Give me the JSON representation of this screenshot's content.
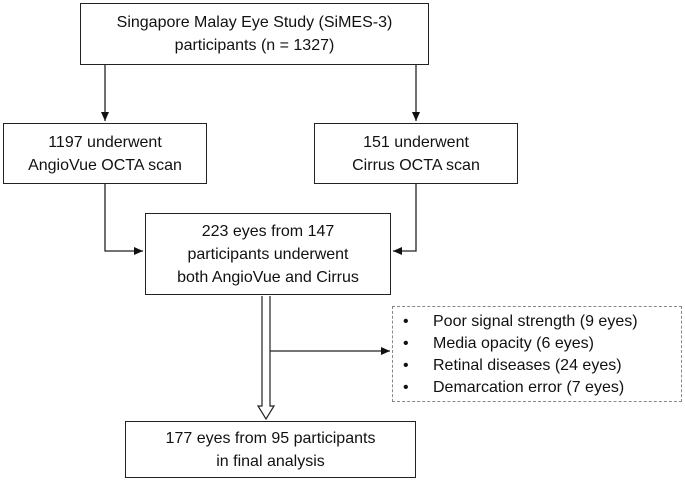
{
  "flowchart": {
    "top_box": {
      "lines": [
        "Singapore Malay Eye Study (SiMES-3)",
        "participants (n = 1327)"
      ]
    },
    "left_box": {
      "lines": [
        "1197 underwent",
        "AngioVue OCTA scan"
      ]
    },
    "right_box": {
      "lines": [
        "151 underwent",
        "Cirrus OCTA scan"
      ]
    },
    "middle_box": {
      "lines": [
        "223 eyes from 147",
        "participants underwent",
        "both AngioVue and Cirrus"
      ]
    },
    "exclusion_box": {
      "bullet": "•",
      "items": [
        "Poor signal strength (9 eyes)",
        "Media opacity (6 eyes)",
        "Retinal diseases (24 eyes)",
        "Demarcation error (7 eyes)"
      ]
    },
    "bottom_box": {
      "lines": [
        "177 eyes from 95 participants",
        "in final analysis"
      ]
    }
  }
}
